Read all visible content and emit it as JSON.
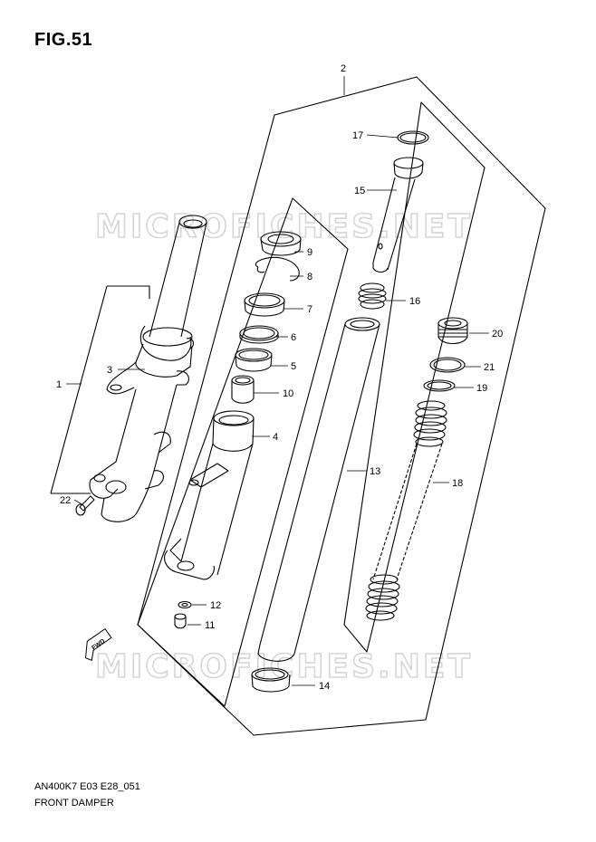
{
  "figure": {
    "title": "FIG.51"
  },
  "watermark": {
    "text": "MICROFICHES.NET"
  },
  "fwd_arrow": {
    "label": "FWD"
  },
  "callouts": [
    "1",
    "2",
    "3",
    "4",
    "5",
    "6",
    "7",
    "8",
    "9",
    "10",
    "11",
    "12",
    "13",
    "14",
    "15",
    "16",
    "17",
    "18",
    "19",
    "20",
    "21",
    "22"
  ],
  "footer": {
    "code": "AN400K7 E03 E28_051",
    "title": "FRONT DAMPER"
  }
}
